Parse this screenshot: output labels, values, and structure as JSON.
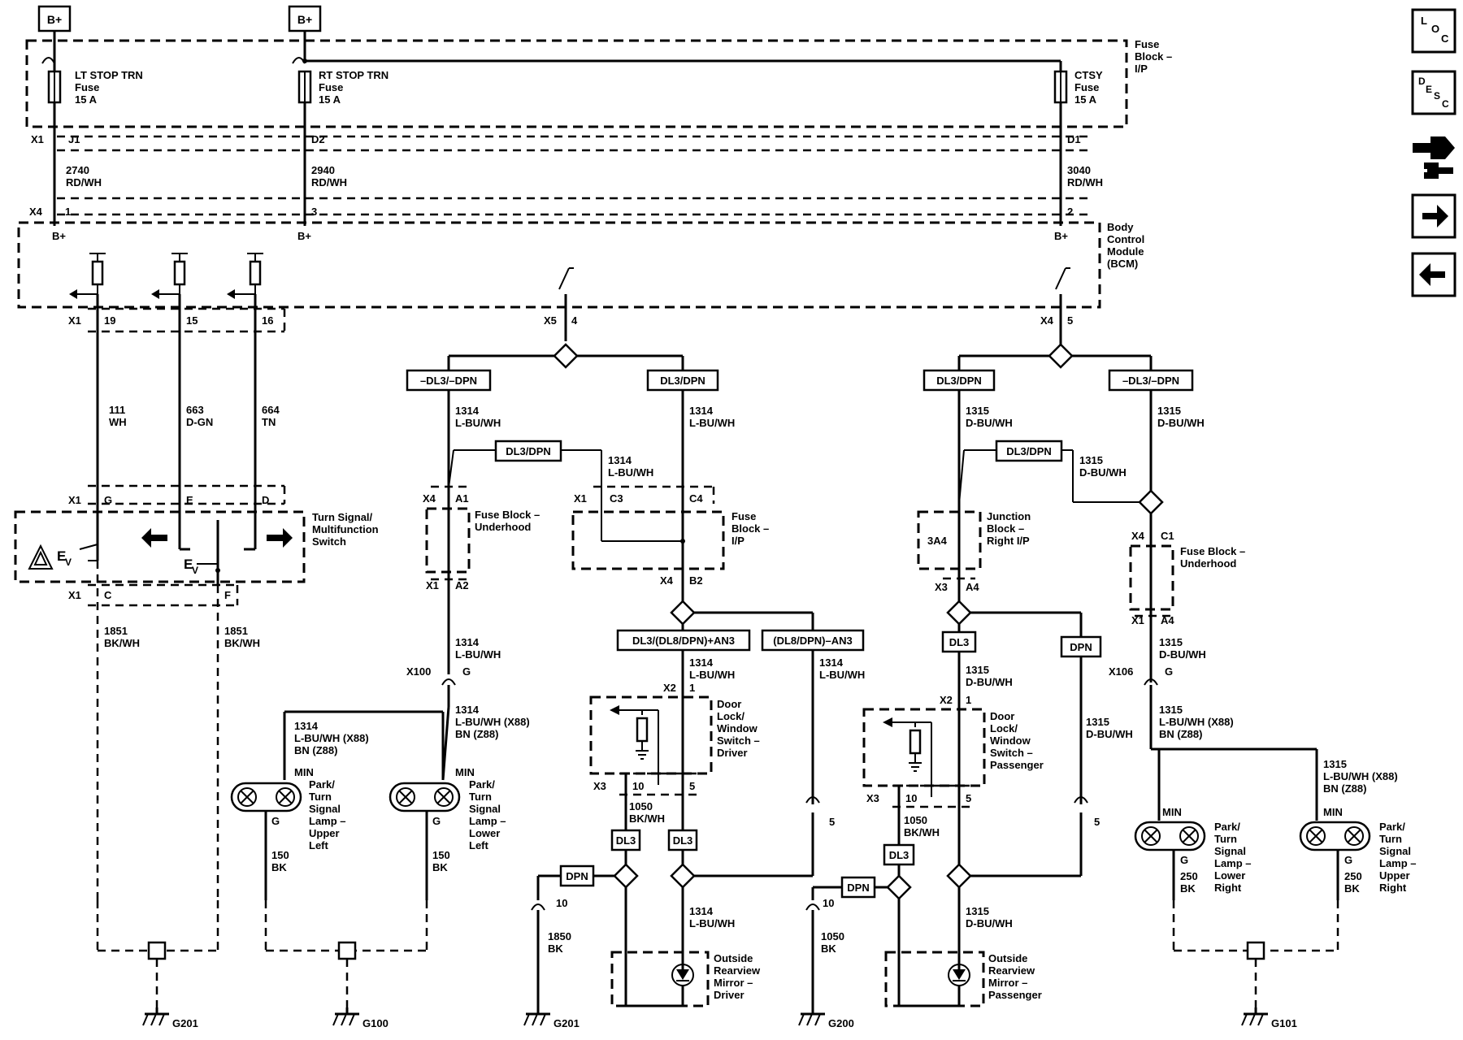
{
  "power": {
    "bplus_left": "B+",
    "bplus_mid": "B+"
  },
  "fuse_block": {
    "name": "Fuse\nBlock –\nI/P",
    "fuses": [
      {
        "name": "LT STOP TRN",
        "type": "Fuse",
        "rating": "15 A",
        "pin": "J1",
        "circuit": "2740",
        "color": "RD/WH",
        "bcm_pin": "1"
      },
      {
        "name": "RT STOP TRN",
        "type": "Fuse",
        "rating": "15 A",
        "pin": "D2",
        "circuit": "2940",
        "color": "RD/WH",
        "bcm_pin": "3"
      },
      {
        "name": "CTSY",
        "type": "Fuse",
        "rating": "15 A",
        "pin": "D1",
        "circuit": "3040",
        "color": "RD/WH",
        "bcm_pin": "2"
      }
    ],
    "connector_top": "X1",
    "connector_bcm": "X4"
  },
  "bcm": {
    "name": "Body\nControl\nModule\n(BCM)",
    "bplus": "B+",
    "out_connector": "X1",
    "out_pins": [
      "19",
      "15",
      "16"
    ],
    "x5": "X5",
    "x5_pin": "4",
    "x4": "X4",
    "x4_pin": "5"
  },
  "turn_switch": {
    "name": "Turn Signal/\nMultifunction\nSwitch",
    "wires": [
      {
        "circuit": "111",
        "color": "WH"
      },
      {
        "circuit": "663",
        "color": "D-GN"
      },
      {
        "circuit": "664",
        "color": "TN"
      }
    ],
    "top_connector": "X1",
    "top_pins": [
      "G",
      "E",
      "D"
    ],
    "bot_connector": "X1",
    "bot_pins": [
      "C",
      "F"
    ],
    "ground_wires": [
      {
        "circuit": "1851",
        "color": "BK/WH"
      },
      {
        "circuit": "1851",
        "color": "BK/WH"
      }
    ]
  },
  "options": {
    "dl3_dpn_neg": "–DL3/–DPN",
    "dl3_dpn": "DL3/DPN",
    "an3_plus": "DL3/(DL8/DPN)+AN3",
    "an3_minus": "(DL8/DPN)–AN3",
    "dl3": "DL3",
    "dpn": "DPN"
  },
  "left_feed": {
    "circuit": "1314",
    "color": "L-BU/WH",
    "fuse_underhood": "Fuse Block –\nUnderhood",
    "fuse_ip": "Fuse\nBlock –\nI/P",
    "x4": "X4",
    "a1": "A1",
    "x1": "X1",
    "a2": "A2",
    "x1b": "X1",
    "c3": "C3",
    "c4": "C4",
    "x4b": "X4",
    "b2": "B2",
    "x100": "X100",
    "g": "G",
    "x88_line1": "1314",
    "x88_line2": "L-BU/WH (X88)",
    "x88_line3": "BN (Z88)",
    "x2": "X2",
    "pin1": "1",
    "x3": "X3",
    "pin10": "10",
    "pin5": "5",
    "pin5b": "5",
    "pin10b": "10"
  },
  "right_feed": {
    "circuit": "1315",
    "color": "D-BU/WH",
    "junction": "Junction\nBlock –\nRight I/P",
    "pin_3a4": "3A4",
    "fuse_underhood": "Fuse Block –\nUnderhood",
    "x3": "X3",
    "a4": "A4",
    "x4": "X4",
    "c1": "C1",
    "x1": "X1",
    "a4b": "A4",
    "x106": "X106",
    "g": "G",
    "x88_line1": "1315",
    "x88_line2": "L-BU/WH (X88)",
    "x88_line3": "BN (Z88)",
    "x2": "X2",
    "pin1": "1",
    "x3b": "X3",
    "pin10": "10",
    "pin5": "5",
    "pin5b": "5",
    "pin10b": "10"
  },
  "lamps": [
    {
      "name": "Park/\nTurn\nSignal\nLamp –\nUpper\nLeft",
      "min": "MIN",
      "g": "G",
      "circuit": "150",
      "color": "BK"
    },
    {
      "name": "Park/\nTurn\nSignal\nLamp –\nLower\nLeft",
      "min": "MIN",
      "g": "G",
      "circuit": "150",
      "color": "BK"
    },
    {
      "name": "Park/\nTurn\nSignal\nLamp –\nLower\nRight",
      "min": "MIN",
      "g": "G",
      "circuit": "250",
      "color": "BK"
    },
    {
      "name": "Park/\nTurn\nSignal\nLamp –\nUpper\nRight",
      "min": "MIN",
      "g": "G",
      "circuit": "250",
      "color": "BK"
    }
  ],
  "left_lamp_feed": {
    "line1": "1314",
    "line2": "L-BU/WH (X88)",
    "line3": "BN (Z88)"
  },
  "right_lamp_feed": {
    "line1": "1315",
    "line2": "L-BU/WH (X88)",
    "line3": "BN (Z88)"
  },
  "door_switches": [
    {
      "name": "Door\nLock/\nWindow\nSwitch –\nDriver",
      "gnd_circuit": "1050",
      "gnd_color": "BK/WH"
    },
    {
      "name": "Door\nLock/\nWindow\nSwitch –\nPassenger",
      "gnd_circuit": "1050",
      "gnd_color": "BK/WH"
    }
  ],
  "mirrors": [
    {
      "name": "Outside\nRearview\nMirror –\nDriver",
      "circuit": "1314",
      "color": "L-BU/WH",
      "gnd_circuit": "1850",
      "gnd_color": "BK"
    },
    {
      "name": "Outside\nRearview\nMirror –\nPassenger",
      "circuit": "1315",
      "color": "D-BU/WH",
      "gnd_circuit": "1050",
      "gnd_color": "BK"
    }
  ],
  "grounds": [
    "G201",
    "G100",
    "G201",
    "G200",
    "G101"
  ],
  "nav": {
    "loc": "LOC",
    "desc": "DESC",
    "conn_icon": "connector-icon",
    "next_icon": "arrow-right-icon",
    "prev_icon": "arrow-left-icon"
  }
}
